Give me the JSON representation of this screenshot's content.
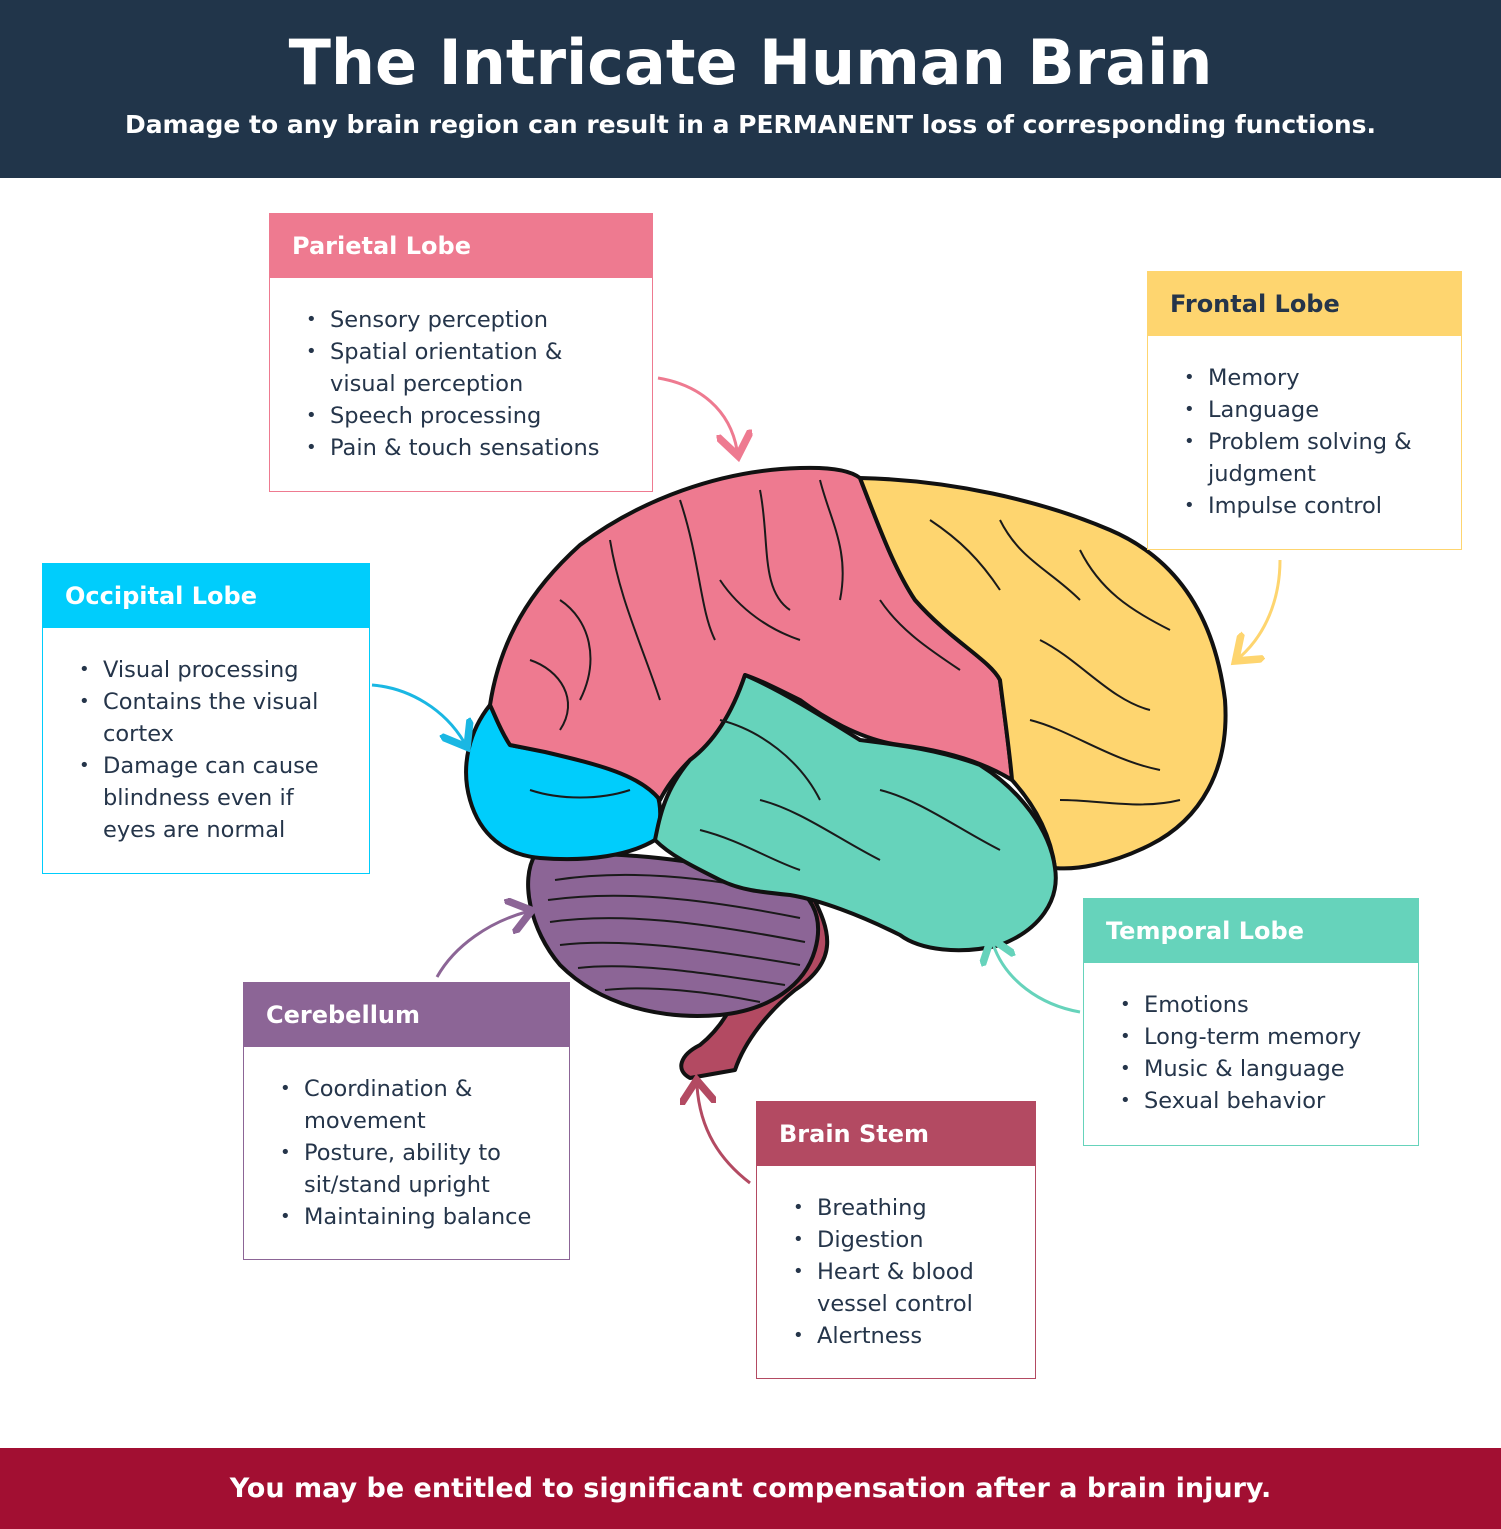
{
  "header": {
    "title": "The Intricate Human Brain",
    "subtitle": "Damage to any brain region can result in a PERMANENT loss of corresponding functions."
  },
  "colors": {
    "header_bg": "#21354a",
    "footer_bg": "#a20f32",
    "parietal": "#ee7a90",
    "frontal": "#fed56f",
    "occipital": "#00cdfc",
    "temporal": "#66d3bb",
    "cerebellum": "#8c6596",
    "brain_stem": "#b34a62"
  },
  "regions": {
    "parietal": {
      "title": "Parietal Lobe",
      "items": [
        "Sensory perception",
        "Spatial orientation & visual perception",
        "Speech processing",
        "Pain & touch sensations"
      ]
    },
    "frontal": {
      "title": "Frontal Lobe",
      "items": [
        "Memory",
        "Language",
        "Problem solving & judgment",
        "Impulse control"
      ]
    },
    "occipital": {
      "title": "Occipital Lobe",
      "items": [
        "Visual processing",
        "Contains the visual cortex",
        "Damage can cause blindness even if eyes are normal"
      ]
    },
    "temporal": {
      "title": "Temporal Lobe",
      "items": [
        "Emotions",
        "Long-term memory",
        "Music & language",
        "Sexual behavior"
      ]
    },
    "cerebellum": {
      "title": "Cerebellum",
      "items": [
        "Coordination & movement",
        "Posture, ability to sit/stand upright",
        "Maintaining balance"
      ]
    },
    "brain_stem": {
      "title": "Brain Stem",
      "items": [
        "Breathing",
        "Digestion",
        "Heart & blood vessel control",
        "Alertness"
      ]
    }
  },
  "footer": {
    "text": "You may be entitled to significant compensation after a brain injury."
  }
}
